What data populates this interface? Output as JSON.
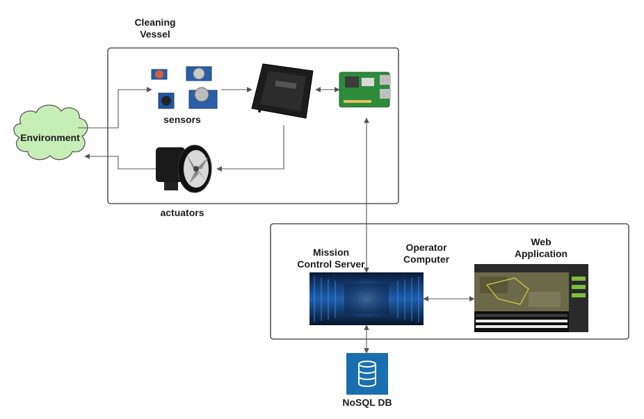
{
  "labels": {
    "cleaning_vessel_line1": "Cleaning",
    "cleaning_vessel_line2": "Vessel",
    "sensors": "sensors",
    "actuators": "actuators",
    "environment": "Environment",
    "mission_line1": "Mission",
    "mission_line2": "Control Server",
    "operator_line1": "Operator",
    "operator_line2": "Computer",
    "web_line1": "Web",
    "web_line2": "Application",
    "nosql": "NoSQL DB"
  },
  "colors": {
    "cloud_fill": "#c8eeb8",
    "cloud_stroke": "#555555",
    "db_icon": "#1a6fb0",
    "box_stroke": "#333333",
    "arrow": "#555555",
    "server_glow": "#3a8fe0"
  },
  "icons": {
    "sensors": "sensor-modules-icon",
    "flight_controller": "flight-controller-icon",
    "raspberry_pi": "raspberry-pi-icon",
    "actuator": "ducted-fan-thruster-icon",
    "server": "server-room-icon",
    "web_app": "ground-control-map-icon",
    "database": "database-icon"
  }
}
